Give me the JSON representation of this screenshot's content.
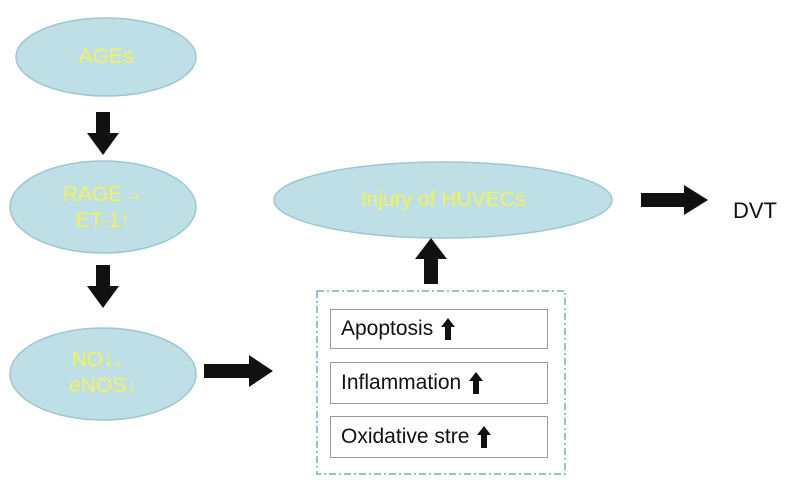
{
  "colors": {
    "ellipse_fill": "#bfdfe6",
    "ellipse_stroke": "#9cc7d1",
    "ellipse_text": "#f2f25a",
    "arrow": "#111111",
    "dashed_border": "#6ab6b8"
  },
  "nodes": {
    "ages": "AGEs",
    "rage_line1": "RAGE→",
    "rage_line2": "ET-1↑",
    "no_line1": "NO↓、",
    "no_line2": "eNOS↓",
    "injury": "Injury of HUVECs"
  },
  "outcome": "DVT",
  "effects": [
    {
      "label": "Apoptosis",
      "icon": "up-arrow-icon"
    },
    {
      "label": "Inflammation",
      "icon": "up-arrow-icon"
    },
    {
      "label": "Oxidative stre",
      "icon": "up-arrow-icon"
    }
  ]
}
